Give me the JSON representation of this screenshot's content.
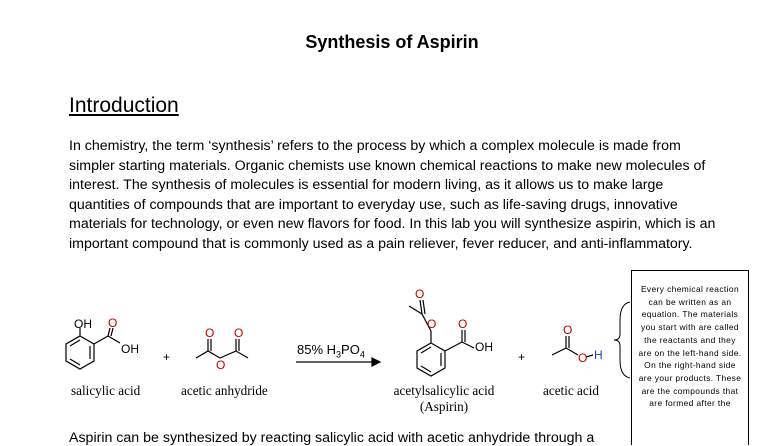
{
  "title": "Synthesis of Aspirin",
  "section_heading": "Introduction",
  "intro_paragraph": "In chemistry, the term ‘synthesis’ refers to the process by which a complex molecule is made from simpler starting materials.  Organic chemists use known chemical reactions to make new molecules of interest. The synthesis of molecules is essential for modern living, as it allows us to make large quantities of compounds that are important to everyday use, such as life-saving drugs, innovative materials for technology, or even new flavors for food. In this lab you will synthesize aspirin, which is an important compound that is commonly used as a pain reliever, fever reducer, and anti-inflammatory.",
  "callout_text": "Every chemical reaction can be written as an equation. The materials you start with are called the reactants and they are on the left-hand side. On the right-hand side are your products. These are the compounds that are formed after the",
  "reaction": {
    "reagent_prefix": "85% H",
    "reagent_sub1": "3",
    "reagent_mid": "PO",
    "reagent_sub2": "4",
    "plus_sign": "+",
    "molecules": [
      {
        "name": "salicylic acid",
        "atoms": {
          "oh": "OH",
          "o": "O",
          "acid_oh": "OH"
        }
      },
      {
        "name": "acetic anhydride",
        "atoms": {
          "o1": "O",
          "o2": "O",
          "o3": "O"
        }
      },
      {
        "name": "acetylsalicylic acid",
        "subname": "(Aspirin)",
        "atoms": {
          "o1": "O",
          "o2": "O",
          "o3": "O",
          "oh": "OH"
        }
      },
      {
        "name": "acetic acid",
        "atoms": {
          "o1": "O",
          "o2": "O",
          "h": "H"
        }
      }
    ]
  },
  "bottom_text": "Aspirin can be synthesized by reacting salicylic acid with acetic anhydride through a"
}
